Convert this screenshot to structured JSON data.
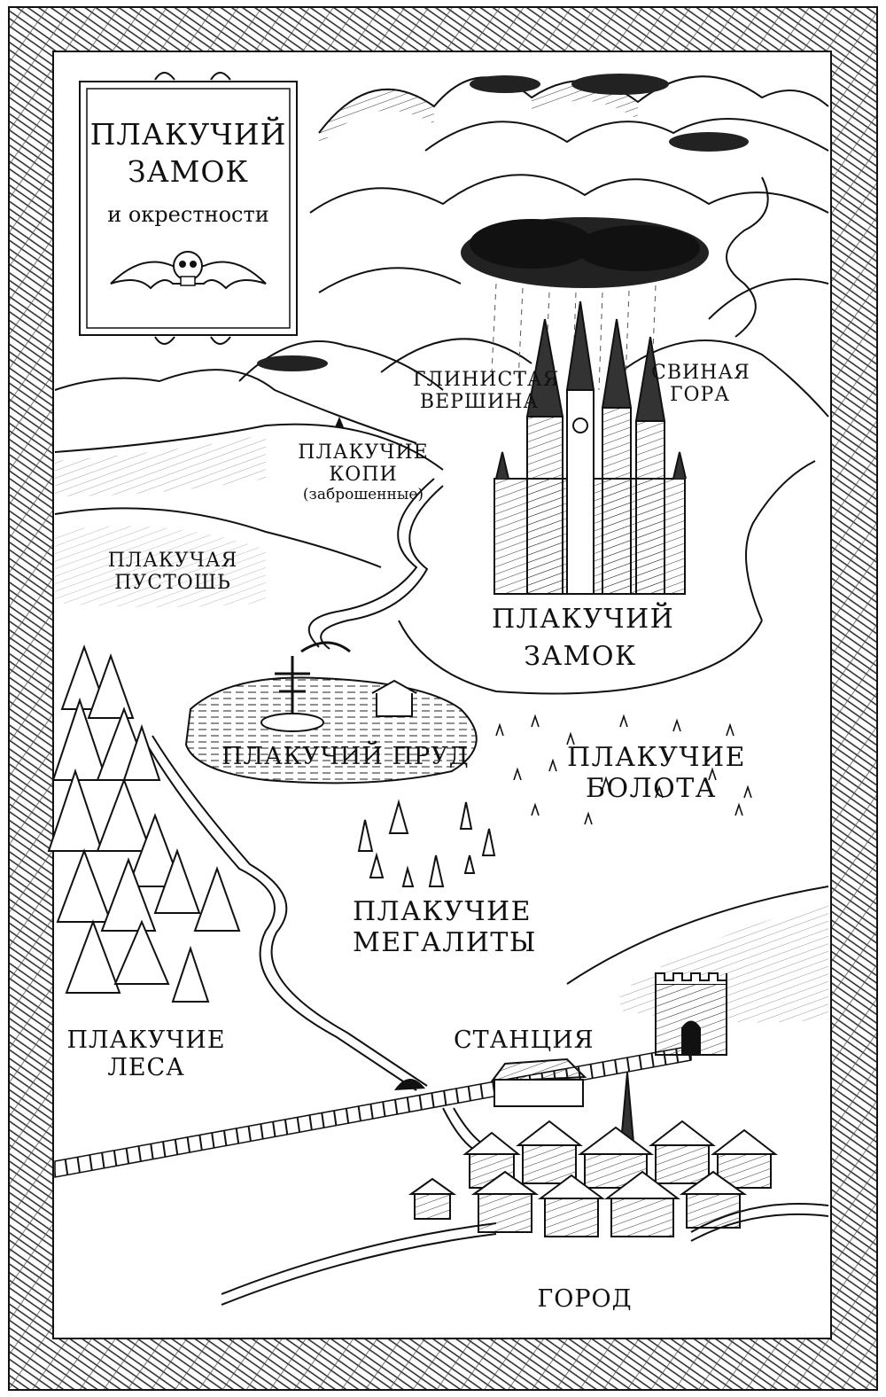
{
  "title": {
    "line1": "Плакучий",
    "line2": "Замок",
    "line3": "и окрестности"
  },
  "places": {
    "clay_peak": [
      "Глинистая",
      "Вершина"
    ],
    "pig_mountain": [
      "Свиная",
      "Гора"
    ],
    "mines": [
      "Плакучие",
      "Копи"
    ],
    "mines_note": "(заброшенные)",
    "wasteland": [
      "Плакучая",
      "Пустошь"
    ],
    "castle": [
      "Плакучий",
      "Замок"
    ],
    "pond": "Плакучий пруд",
    "swamps": [
      "Плакучие",
      "Болота"
    ],
    "megaliths": [
      "Плакучие",
      "Мегалиты"
    ],
    "forests": [
      "Плакучие",
      "Леса"
    ],
    "station": "Станция",
    "town": "Город"
  },
  "colors": {
    "ink": "#111111",
    "paper": "#ffffff"
  },
  "icons": [
    "skull-bat-emblem",
    "castle-icon",
    "town-icon",
    "gatehouse-icon",
    "station-building-icon",
    "storm-cloud-icon"
  ]
}
